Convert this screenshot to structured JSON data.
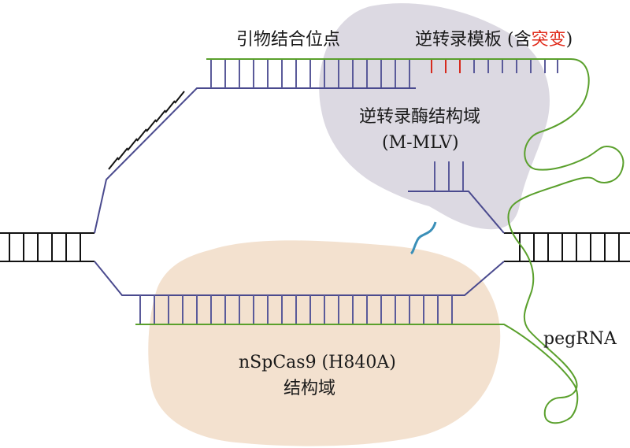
{
  "labels": {
    "primer_binding_site": "引物结合位点",
    "rt_template_prefix": "逆转录模板 (含",
    "rt_template_mutation": "突变",
    "rt_template_suffix": ")",
    "rt_domain_line1": "逆转录酶结构域",
    "rt_domain_line2": "(M-MLV)",
    "cas9_line1": "nSpCas9 (H840A)",
    "cas9_line2": "结构域",
    "pegrna": "pegRNA"
  },
  "colors": {
    "dna_strand": "#4a4a8e",
    "rung": "#5a5a9a",
    "rna": "#5aa02c",
    "mutation": "#d62a1e",
    "duplex": "#111111",
    "linker": "#3a8fb8",
    "rt_blob": "#d9d6e0",
    "cas9_blob": "#f2dfcc",
    "mutation_text": "#e02a1a"
  }
}
